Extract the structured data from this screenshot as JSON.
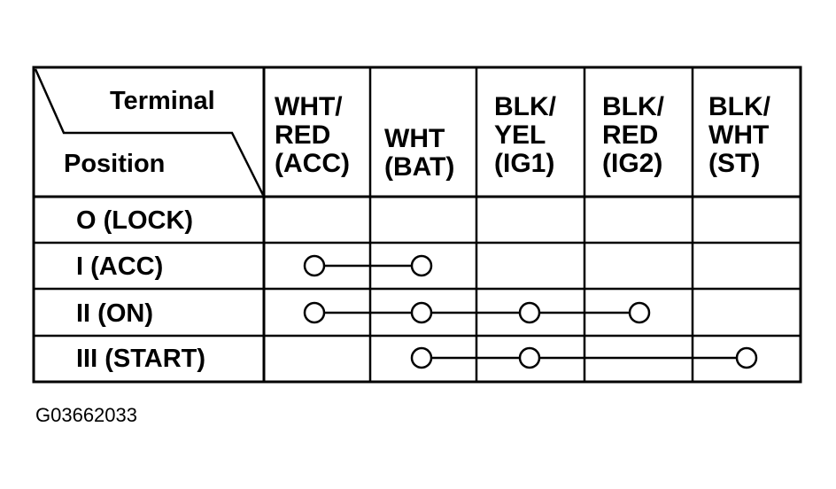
{
  "corner": {
    "terminal_label": "Terminal",
    "position_label": "Position"
  },
  "columns": [
    {
      "lines": [
        "WHT/",
        "RED",
        "(ACC)"
      ]
    },
    {
      "lines": [
        "WHT",
        "(BAT)"
      ]
    },
    {
      "lines": [
        "BLK/",
        "YEL",
        "(IG1)"
      ]
    },
    {
      "lines": [
        "BLK/",
        "RED",
        "(IG2)"
      ]
    },
    {
      "lines": [
        "BLK/",
        "WHT",
        "(ST)"
      ]
    }
  ],
  "rows": [
    {
      "label": "O (LOCK)",
      "connected": []
    },
    {
      "label": "I (ACC)",
      "connected": [
        0,
        1
      ]
    },
    {
      "label": "II (ON)",
      "connected": [
        0,
        1,
        2,
        3
      ]
    },
    {
      "label": "III (START)",
      "connected": [
        1,
        2,
        4
      ]
    }
  ],
  "figure_code": "G03662033"
}
